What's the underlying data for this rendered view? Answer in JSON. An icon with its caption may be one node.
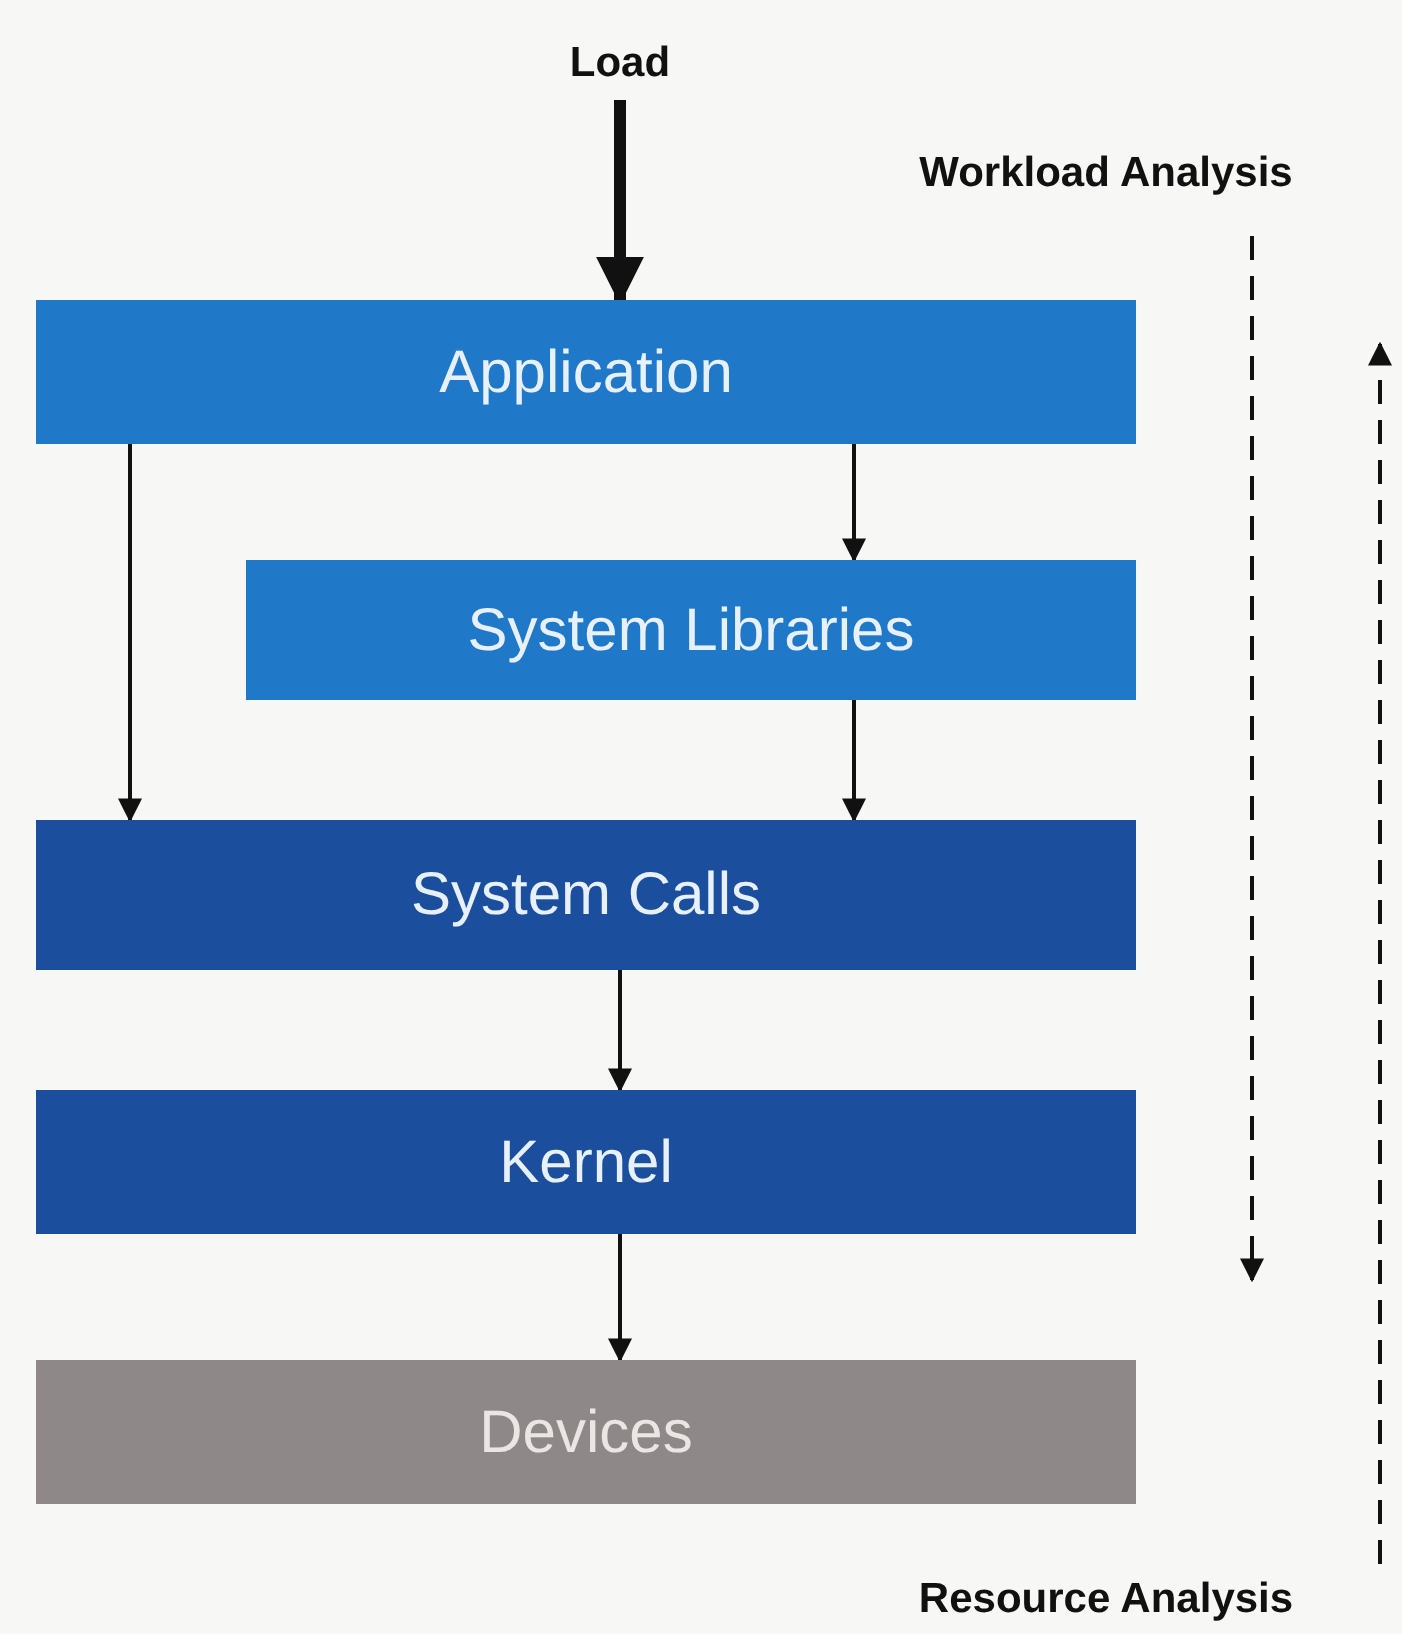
{
  "diagram": {
    "nodes": [
      {
        "text": [
          "Load"
        ]
      },
      {
        "text": [
          "Application"
        ]
      },
      {
        "text": [
          "System Libraries"
        ]
      },
      {
        "text": [
          "System Calls"
        ]
      },
      {
        "text": [
          "Kernel"
        ]
      },
      {
        "text": [
          "Devices"
        ]
      },
      {
        "text": [
          "Workload Analysis"
        ]
      },
      {
        "text": [
          "Resource Analysis"
        ]
      }
    ],
    "edges": [
      {
        "from": 0,
        "to": 1,
        "arrow": "to",
        "style": "thick"
      },
      {
        "from": 1,
        "to": 2,
        "arrow": "to"
      },
      {
        "from": 1,
        "to": 3,
        "arrow": "to"
      },
      {
        "from": 2,
        "to": 3,
        "arrow": "to"
      },
      {
        "from": 3,
        "to": 4,
        "arrow": "to"
      },
      {
        "from": 4,
        "to": 5,
        "arrow": "to"
      },
      {
        "from": 6,
        "to": null,
        "arrow": "to",
        "style": "dashed"
      },
      {
        "from": 7,
        "to": null,
        "arrow": "to",
        "style": "dashed"
      }
    ]
  }
}
